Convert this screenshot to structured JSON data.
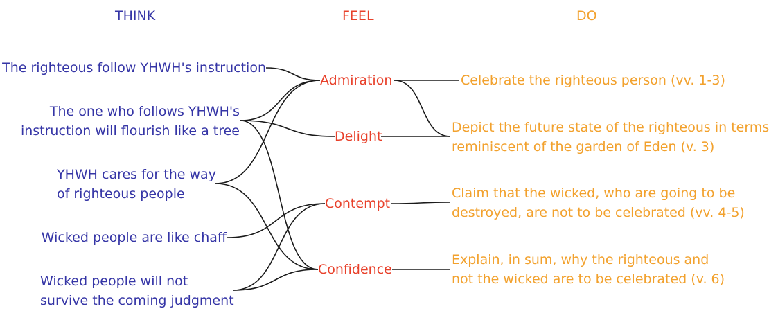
{
  "headers": {
    "think": "THINK",
    "feel": "FEEL",
    "do": "DO"
  },
  "think": [
    {
      "id": "t1",
      "lines": [
        "The righteous follow YHWH's instruction"
      ]
    },
    {
      "id": "t2",
      "lines": [
        "The one who follows YHWH's",
        "instruction will flourish like a tree"
      ]
    },
    {
      "id": "t3",
      "lines": [
        "YHWH cares for the way",
        "of righteous people"
      ]
    },
    {
      "id": "t4",
      "lines": [
        "Wicked people are like chaff"
      ]
    },
    {
      "id": "t5",
      "lines": [
        "Wicked people will not",
        "survive the coming judgment"
      ]
    }
  ],
  "feel": [
    {
      "id": "f1",
      "label": "Admiration"
    },
    {
      "id": "f2",
      "label": "Delight"
    },
    {
      "id": "f3",
      "label": "Contempt"
    },
    {
      "id": "f4",
      "label": "Confidence"
    }
  ],
  "do": [
    {
      "id": "d1",
      "lines": [
        "Celebrate the righteous person (vv. 1-3)"
      ]
    },
    {
      "id": "d2",
      "lines": [
        "Depict the future state of the righteous in terms",
        "reminiscent of the garden of Eden (v. 3)"
      ]
    },
    {
      "id": "d3",
      "lines": [
        "Claim that the wicked, who are going to be",
        "destroyed, are not to be celebrated (vv. 4-5)"
      ]
    },
    {
      "id": "d4",
      "lines": [
        "Explain, in sum, why the righteous and",
        "not the wicked are to be celebrated (v. 6)"
      ]
    }
  ],
  "links": [
    [
      "t1",
      "f1"
    ],
    [
      "t2",
      "f1"
    ],
    [
      "t2",
      "f2"
    ],
    [
      "t2",
      "f4"
    ],
    [
      "t3",
      "f1"
    ],
    [
      "t3",
      "f4"
    ],
    [
      "t4",
      "f3"
    ],
    [
      "t5",
      "f3"
    ],
    [
      "t5",
      "f4"
    ],
    [
      "f1",
      "d1"
    ],
    [
      "f1",
      "d2"
    ],
    [
      "f2",
      "d2"
    ],
    [
      "f3",
      "d3"
    ],
    [
      "f4",
      "d4"
    ]
  ],
  "colors": {
    "think": "#3535a6",
    "feel": "#e8402a",
    "do": "#f2a12d",
    "line": "#1a1a1a"
  }
}
